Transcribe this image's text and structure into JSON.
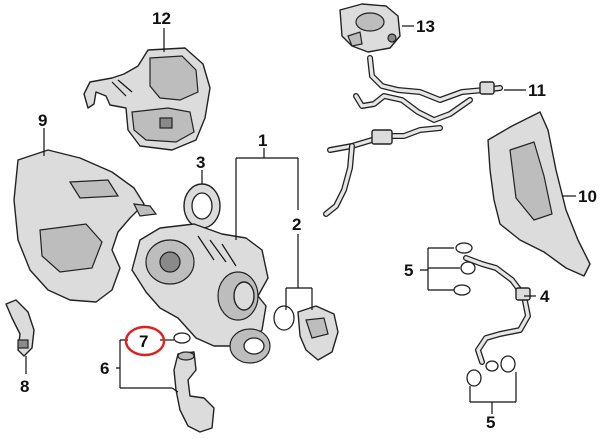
{
  "callouts": {
    "c1": "1",
    "c2": "2",
    "c3": "3",
    "c4": "4",
    "c5a": "5",
    "c5b": "5",
    "c6": "6",
    "c7": "7",
    "c8": "8",
    "c9": "9",
    "c10": "10",
    "c11": "11",
    "c12": "12",
    "c13": "13"
  },
  "highlight": {
    "callout": "7",
    "color": "#e0201c"
  }
}
